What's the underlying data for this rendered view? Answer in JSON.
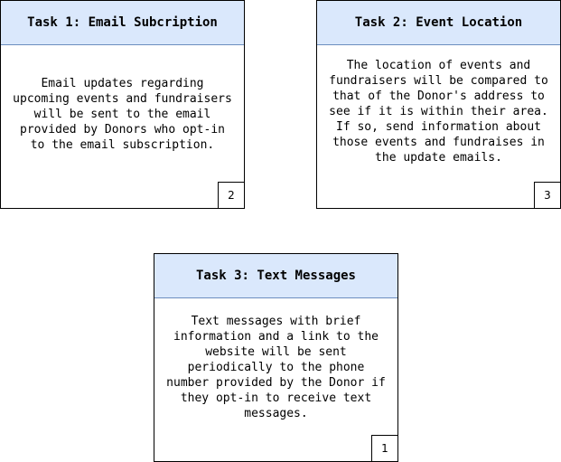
{
  "cards": [
    {
      "title": "Task 1: Email Subcription",
      "lines": [
        "Email updates regarding",
        "upcoming events and fundraisers",
        "will be sent to the email",
        "provided by Donors who opt-in",
        "to the email subscription."
      ],
      "number": "2"
    },
    {
      "title": "Task 2: Event Location",
      "lines": [
        "The location of events and",
        "fundraisers will be compared to",
        "that of the Donor's address to",
        "see if it is within their area.",
        "If so, send information about",
        "those events and fundraises in",
        "the update emails."
      ],
      "number": "3"
    },
    {
      "title": "Task 3: Text Messages",
      "lines": [
        "Text messages with brief",
        "information and a link to the",
        "website will be sent",
        "periodically to the phone",
        "number provided by the Donor if",
        "they opt-in to receive text",
        "messages."
      ],
      "number": "1"
    }
  ],
  "colors": {
    "header_fill": "#dae8fc",
    "header_border": "#6c8ebf",
    "card_border": "#000000"
  }
}
